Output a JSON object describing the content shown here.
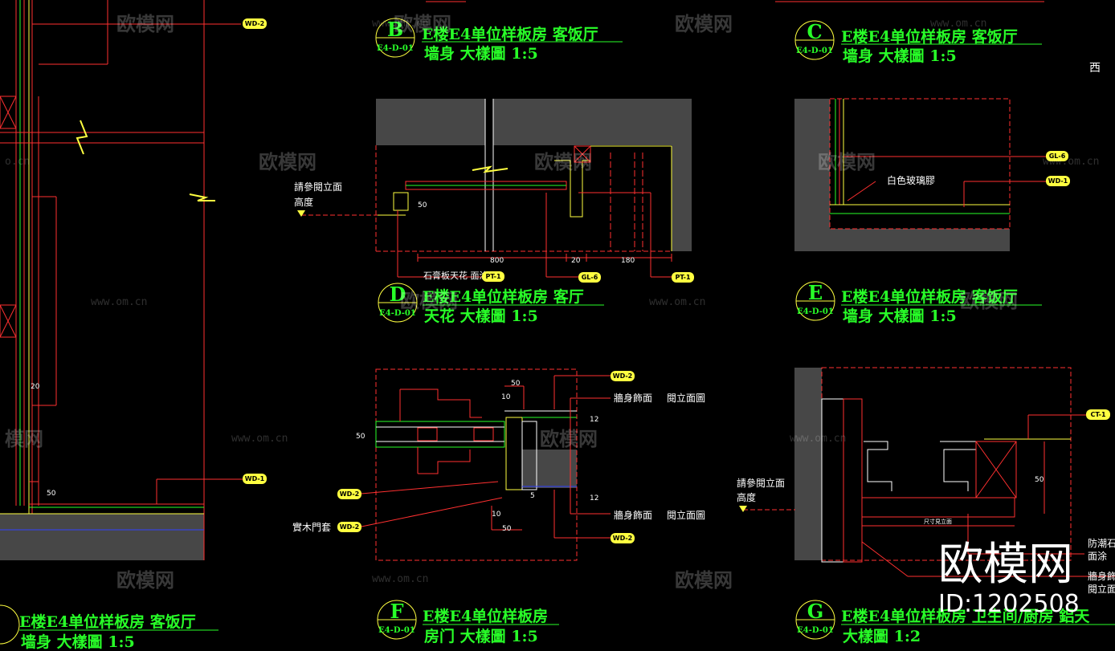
{
  "watermark": {
    "brand": "欧模网",
    "url": "www.om.cn",
    "id_text": "ID:1202508",
    "url_partial": "o.cn",
    "cut_left": "模网"
  },
  "details": [
    {
      "letter": "B",
      "ref": "E4-D-01",
      "line1": "E楼E4单位样板房 客饭厅",
      "line2": "墙身 大樣圖 1:5"
    },
    {
      "letter": "C",
      "ref": "E4-D-01",
      "line1": "E楼E4单位样板房 客饭厅",
      "line2": "墙身 大樣圖 1:5"
    },
    {
      "letter": "D",
      "ref": "E4-D-01",
      "line1": "E楼E4单位样板房 客厅",
      "line2": "天花 大樣圖 1:5"
    },
    {
      "letter": "E",
      "ref": "E4-D-01",
      "line1": "E楼E4单位样板房 客饭厅",
      "line2": "墙身 大樣圖 1:5"
    },
    {
      "letter": "F",
      "ref": "E4-D-01",
      "line1": "E楼E4单位样板房",
      "line2": "房门 大樣圖 1:5"
    },
    {
      "letter": "G",
      "ref": "E4-D-01",
      "line1": "E楼E4单位样板房 卫生间/厨房 鋁天",
      "line2": "大樣圖 1:2"
    },
    {
      "letter": "",
      "ref": "",
      "line1": "E楼E4单位样板房 客饭厅",
      "line2": "墙身 大樣圖 1:5"
    }
  ],
  "tags": {
    "wd2": "WD-2",
    "wd1": "WD-1",
    "pt1": "PT-1",
    "gl6": "GL-6",
    "ct1": "CT-1"
  },
  "notes": {
    "ref_elev": "請參閱立面",
    "height": "高度",
    "gypsum": "石膏板天花 面涂",
    "white_glue": "白色玻璃膠",
    "wall_finish": "牆身飾面",
    "see_elev": "閱立面圖",
    "wood_frame": "實木門套",
    "moisture": "防潮石",
    "paint": "面涂",
    "wall_finish_cut": "牆身飾",
    "see_elev_cut": "閱立面",
    "west": "西",
    "size_note": "尺寸見立面"
  },
  "dims": {
    "d800": "800",
    "d20": "20",
    "d180": "180",
    "d50": "50",
    "d10": "10",
    "d12": "12",
    "d5": "5"
  }
}
